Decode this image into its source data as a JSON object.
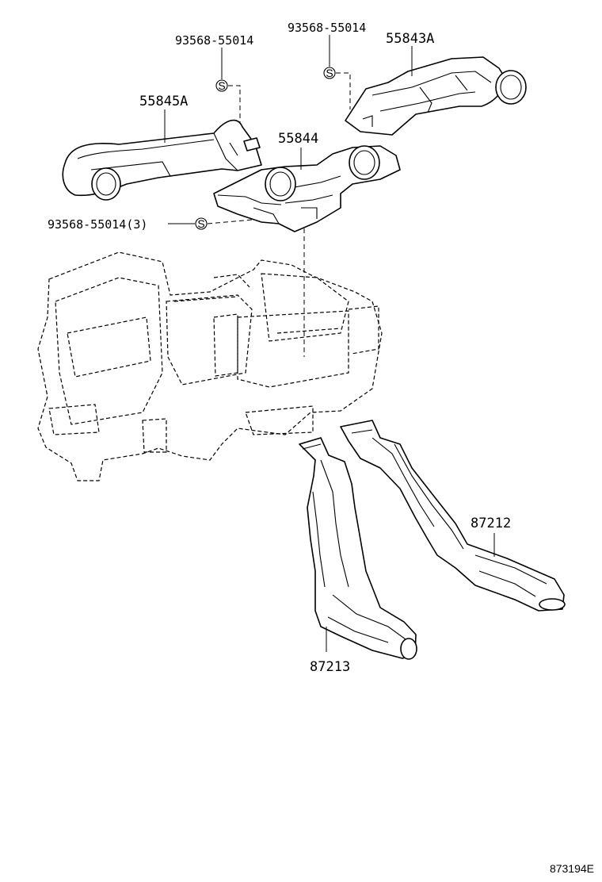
{
  "diagram": {
    "callouts": {
      "clip_top_left": "93568-55014",
      "clip_top_right": "93568-55014",
      "duct_upper_right": "55843A",
      "duct_upper_left": "55845A",
      "duct_center": "55844",
      "clip_center_qty": "93568-55014(3)",
      "duct_rear_right": "87212",
      "duct_rear_left": "87213"
    },
    "clip_symbol": "S",
    "reference_code": "873194E"
  }
}
